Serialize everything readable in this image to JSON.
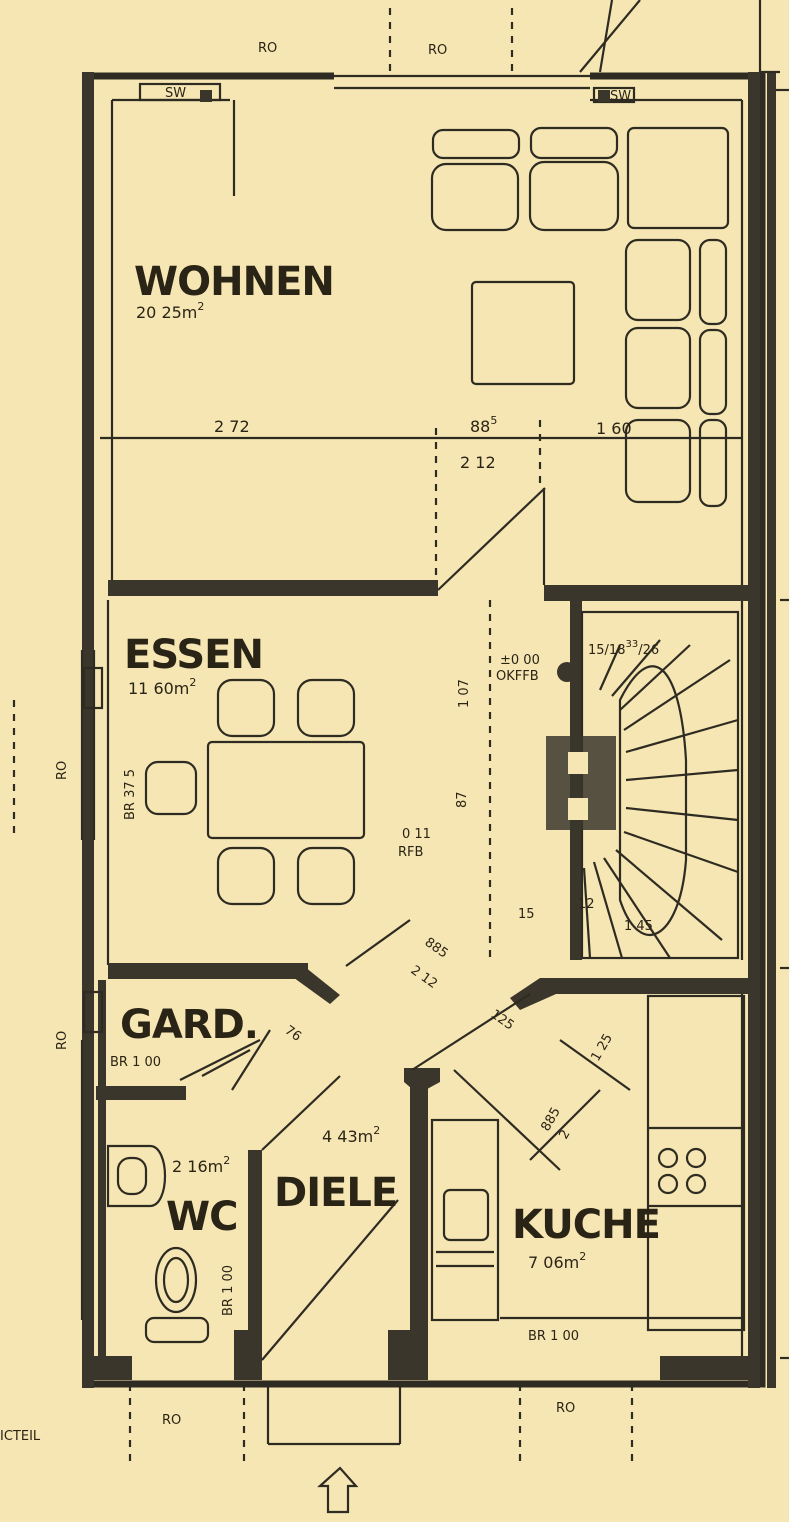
{
  "rooms": {
    "wohnen": {
      "name": "WOHNEN",
      "area_prefix": "20 25m",
      "area_sup": "2"
    },
    "essen": {
      "name": "ESSEN",
      "area_prefix": "11 60m",
      "area_sup": "2"
    },
    "gard": {
      "name": "GARD.",
      "br": "BR 1 00"
    },
    "wc": {
      "name": "WC",
      "area_prefix": "2 16m",
      "area_sup": "2",
      "br": "BR 1 00"
    },
    "diele": {
      "name": "DIELE",
      "area_prefix": "4  43m",
      "area_sup": "2"
    },
    "kuche": {
      "name": "KUCHE",
      "area_prefix": "7 06m",
      "area_sup": "2",
      "br": "BR  1  00"
    }
  },
  "labels": {
    "ro": "RO",
    "sw": "SW",
    "dim_272": "2  72",
    "dim_885_base": "88",
    "dim_885_sup": "5",
    "dim_212": "2 12",
    "dim_160": "1  60",
    "level_okffb_value": "±0 00",
    "level_okffb": "OKFFB",
    "stair_spec_a": "15/18",
    "stair_spec_sup": "33",
    "stair_spec_b": "/26",
    "dim_107": "1 07",
    "dim_87": "87",
    "level_rfb_value": "0 11",
    "level_rfb": "RFB",
    "dim_15": "15",
    "dim_12": "12",
    "dim_145": "1  45",
    "br_375": "BR  37 5",
    "diag_885": "885",
    "diag_212": "2 12",
    "diag_125": "125",
    "diag_76": "76",
    "diag_1_25": "1 25",
    "diag_kueche_885": "885",
    "diag_kueche_2": "2",
    "dim_left_ro": "RO",
    "side_label": "ICTEIL"
  }
}
